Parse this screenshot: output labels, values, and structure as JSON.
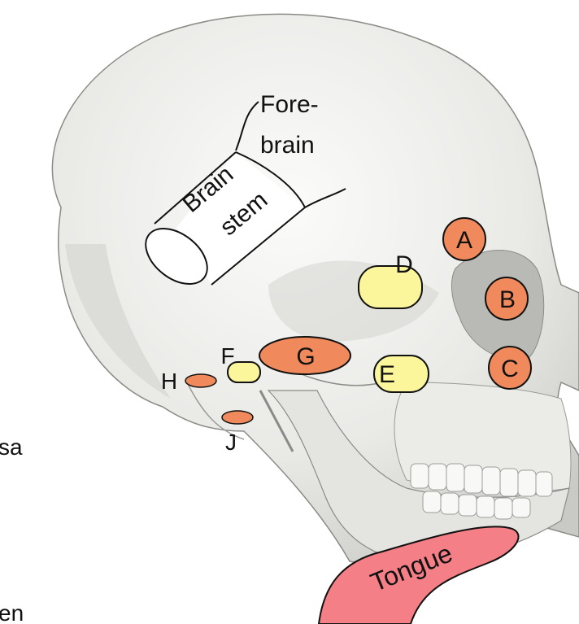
{
  "colors": {
    "orange": "#f08a5d",
    "yellow": "#fbf59b",
    "tongue": "#f47f86",
    "outline": "#1a1a1a",
    "bone": "#eeeeec",
    "shadow": "#bdbdba"
  },
  "brainstem": {
    "line1": "Brain",
    "line2": "stem"
  },
  "forebrain": {
    "line1": "Fore-",
    "line2": "brain"
  },
  "markers": [
    {
      "letter": "A",
      "color": "orange"
    },
    {
      "letter": "B",
      "color": "orange"
    },
    {
      "letter": "C",
      "color": "orange"
    },
    {
      "letter": "D",
      "color": "yellow"
    },
    {
      "letter": "E",
      "color": "yellow"
    },
    {
      "letter": "F",
      "color": "yellow"
    },
    {
      "letter": "G",
      "color": "orange"
    },
    {
      "letter": "H",
      "color": "orange"
    },
    {
      "letter": "J",
      "color": "orange"
    }
  ],
  "tongue_label": "Tongue",
  "cut_text": {
    "left1": "sa",
    "left2": "en"
  }
}
